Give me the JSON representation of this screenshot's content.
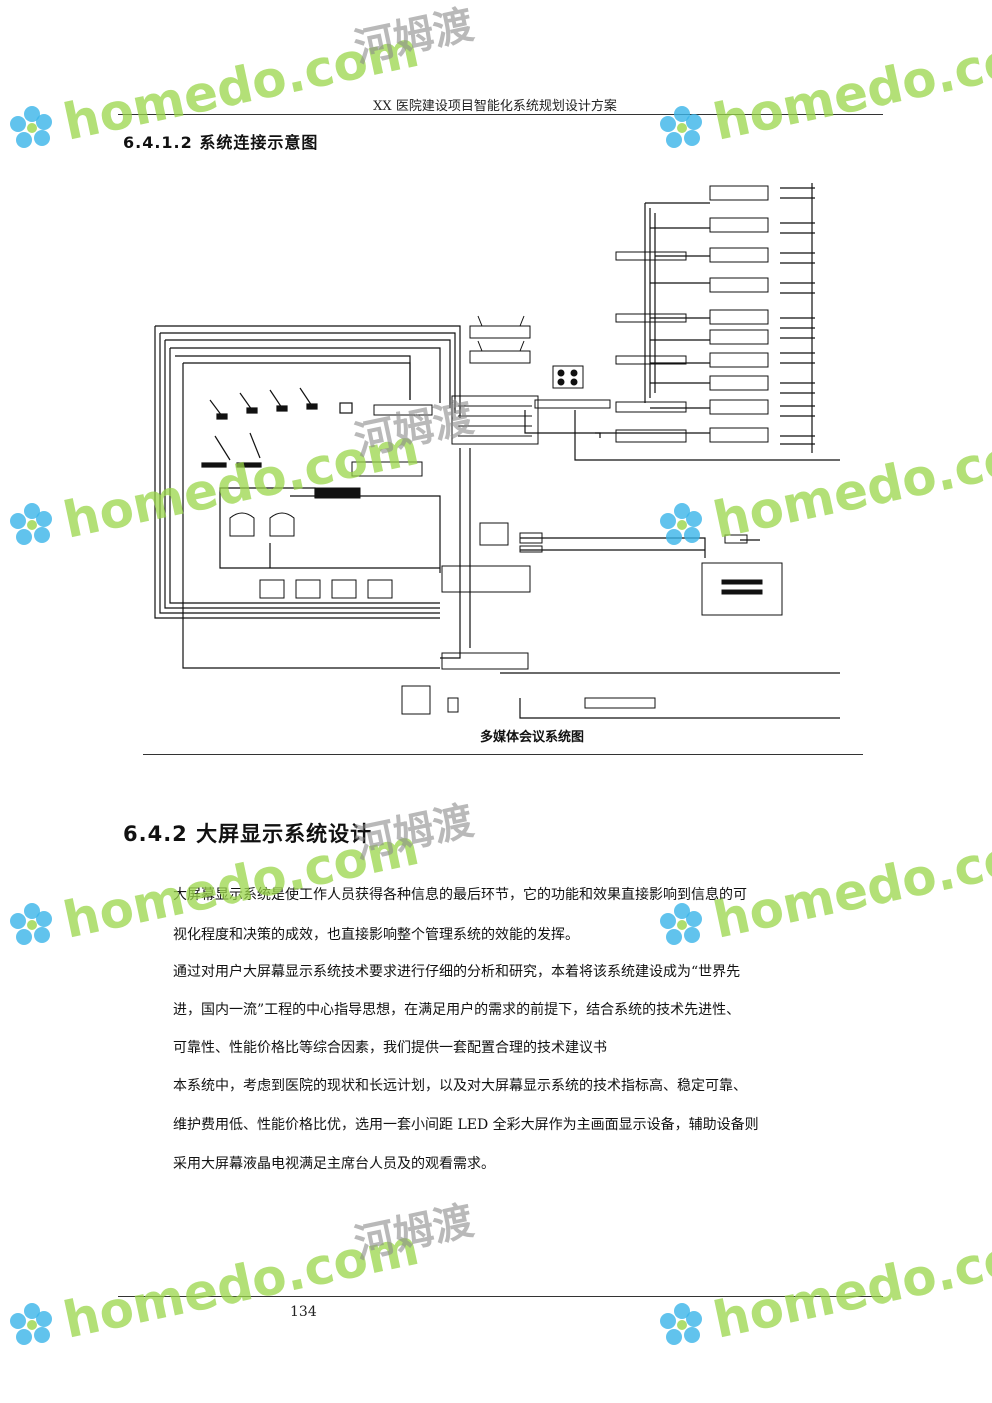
{
  "header": {
    "title": "XX 医院建设项目智能化系统规划设计方案"
  },
  "section_4": {
    "title": "6.4.1.2 系统连接示意图"
  },
  "diagram": {
    "caption": "多媒体会议系统图"
  },
  "section_3": {
    "title": "6.4.2 大屏显示系统设计"
  },
  "paragraphs": [
    "大屏幕显示系统是使工作人员获得各种信息的最后环节，它的功能和效果直接影响到信息的可",
    "视化程度和决策的成效，也直接影响整个管理系统的效能的发挥。",
    "通过对用户大屏幕显示系统技术要求进行仔细的分析和研究，本着将该系统建设成为“世界先",
    "进，国内一流”工程的中心指导思想，在满足用户的需求的前提下，结合系统的技术先进性、",
    "可靠性、性能价格比等综合因素，我们提供一套配置合理的技术建议书",
    "本系统中，考虑到医院的现状和长远计划，以及对大屏幕显示系统的技术指标高、稳定可靠、",
    "维护费用低、性能价格比优，选用一套小间距 LED 全彩大屏作为主画面显示设备，辅助设备则",
    "采用大屏幕液晶电视满足主席台人员及的观看需求。"
  ],
  "footer": {
    "page_number": "134"
  },
  "watermark": {
    "latin": "homedo.com",
    "chinese": "河姆渡"
  },
  "colors": {
    "watermark_green": "#9ad64a",
    "watermark_blue": "#39b4e8"
  }
}
